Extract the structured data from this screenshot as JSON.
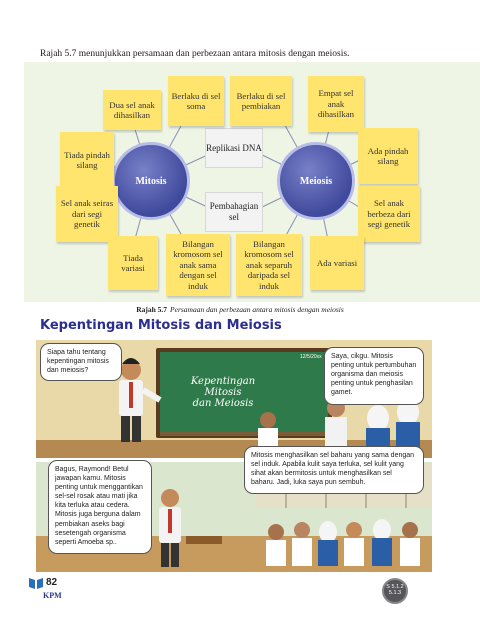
{
  "intro": "Rajah 5.7 menunjukkan persamaan dan perbezaan antara mitosis dengan meiosis.",
  "diagram": {
    "left_circle": "Mitosis",
    "right_circle": "Meiosis",
    "center_top": "Replikasi DNA",
    "center_bottom": "Pembahagian sel",
    "notes": [
      "Dua sel anak dihasilkan",
      "Berlaku di sel soma",
      "Berlaku di sel pembiakan",
      "Empat sel anak dihasilkan",
      "Tiada pindah silang",
      "Ada pindah silang",
      "Sel anak seiras dari segi genetik",
      "Sel anak berbeza dari segi genetik",
      "Tiada variasi",
      "Bilangan kromosom sel anak sama dengan sel induk",
      "Bilangan kromosom sel anak separuh daripada sel induk",
      "Ada variasi"
    ]
  },
  "caption": {
    "label": "Rajah 5.7",
    "text": "Persamaan dan perbezaan antara mitosis dengan meiosis"
  },
  "heading": "Kepentingan Mitosis dan Meiosis",
  "board": {
    "title_line1": "Kepentingan Mitosis",
    "title_line2": "dan Meiosis",
    "date": "12/5/20xx"
  },
  "bubbles": {
    "teacher_question": "Siapa tahu tentang kepentingan mitosis dan meiosis?",
    "student_answer": "Saya, cikgu. Mitosis penting untuk pertumbuhan organisma dan meiosis penting untuk penghasilan gamet.",
    "student_explain": "Mitosis menghasilkan sel baharu yang sama dengan sel induk. Apabila kulit saya terluka, sel kulit yang sihat akan bermitosis untuk menghasilkan sel baharu. Jadi, luka saya pun sembuh.",
    "teacher_praise": "Bagus, Raymond! Betul jawapan kamu. Mitosis penting untuk menggantikan sel-sel rosak atau mati jika kita terluka atau cedera. Mitosis juga berguna dalam pembiakan aseks bagi sesetengah organisma seperti Amoeba sp.."
  },
  "footer": {
    "page_number": "82",
    "publisher": "KPM",
    "reference_line1": "S 5.1.2",
    "reference_line2": "5.1.3"
  },
  "colors": {
    "note_yellow": "#ffe56e",
    "circle_blue": "#404a9c",
    "heading_blue": "#2b2f8f",
    "diagram_bg": "#eef5e4",
    "board_green": "#2f7a4a"
  }
}
